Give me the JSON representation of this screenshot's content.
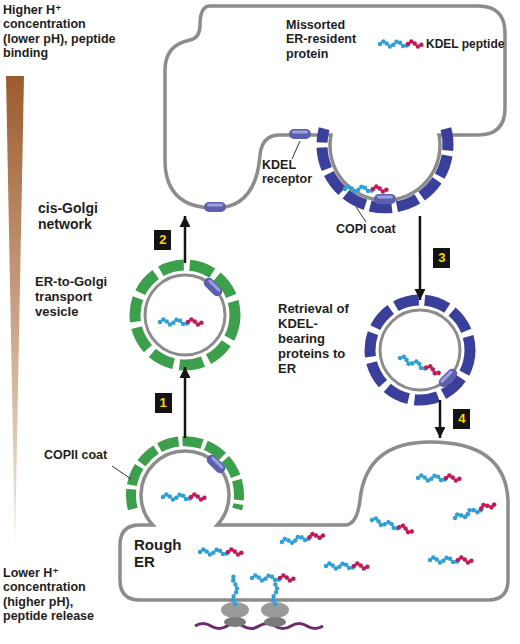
{
  "diagram": {
    "nodes": [
      {
        "text": [
          "cis-Golgi network"
        ]
      },
      {
        "text": [
          "ER-to-Golgi transport vesicle"
        ]
      },
      {
        "text": [
          "Retrieval of KDEL-bearing proteins to ER"
        ]
      },
      {
        "text": [
          "Rough ER"
        ]
      }
    ],
    "edges": [
      {
        "from": 3,
        "to": 1,
        "arrow": "to",
        "label": "1"
      },
      {
        "from": 1,
        "to": 0,
        "arrow": "to",
        "label": "2"
      },
      {
        "from": 0,
        "to": 2,
        "arrow": "to",
        "label": "3"
      },
      {
        "from": 2,
        "to": 3,
        "arrow": "to",
        "label": "4"
      }
    ],
    "labels": [
      "Higher H⁺ concentration (lower pH), peptide binding",
      "Missorted ER-resident protein",
      "KDEL peptide",
      "KDEL receptor",
      "COPI coat",
      "COPII coat",
      "Lower H⁺ concentration (higher pH), peptide release"
    ]
  }
}
